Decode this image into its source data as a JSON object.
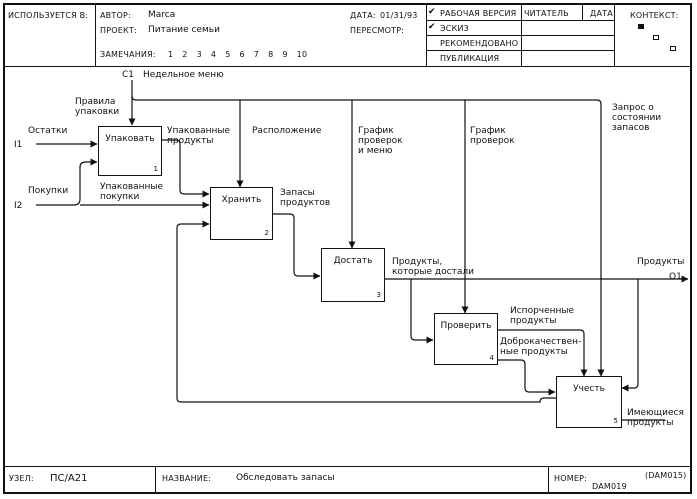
{
  "header": {
    "used_at_label": "ИСПОЛЬЗУЕТСЯ В:",
    "author_label": "АВТОР:",
    "author": "Marca",
    "project_label": "ПРОЕКТ:",
    "project": "Питание семьи",
    "date_label": "ДАТА:",
    "date": "01/31/93",
    "revision_label": "ПЕРЕСМОТР:",
    "notes_label": "ЗАМЕЧАНИЯ:",
    "notes": [
      "1",
      "2",
      "3",
      "4",
      "5",
      "6",
      "7",
      "8",
      "9",
      "10"
    ],
    "status": [
      {
        "label": "РАБОЧАЯ ВЕРСИЯ",
        "checked": true
      },
      {
        "label": "ЭСКИЗ",
        "checked": true
      },
      {
        "label": "РЕКОМЕНДОВАНО",
        "checked": false
      },
      {
        "label": "ПУБЛИКАЦИЯ",
        "checked": false
      }
    ],
    "reader_label": "ЧИТАТЕЛЬ",
    "reader_date_label": "ДАТА",
    "context_label": "КОНТЕКСТ:"
  },
  "diagram": {
    "boxes": [
      {
        "name": "Упаковать",
        "number": "1"
      },
      {
        "name": "Хранить",
        "number": "2"
      },
      {
        "name": "Достать",
        "number": "3"
      },
      {
        "name": "Проверить",
        "number": "4"
      },
      {
        "name": "Учесть",
        "number": "5"
      }
    ],
    "labels": {
      "c1": "С1",
      "weekly_menu": "Недельное меню",
      "packing_rules": "Правила\nупаковки",
      "leftovers": "Остатки",
      "i1": "I1",
      "purchases": "Покупки",
      "i2": "I2",
      "packed_products": "Упакованные\nпродукты",
      "packed_purchases": "Упакованные\nпокупки",
      "location": "Расположение",
      "stock": "Запасы\nпродуктов",
      "check_menu_schedule": "График\nпроверок\nи меню",
      "check_schedule": "График\nпроверок",
      "stock_request": "Запрос о\nсостоянии\nзапасов",
      "products_taken": "Продукты,\nкоторые достали",
      "products_out": "Продукты",
      "o1": "O1",
      "spoiled": "Испорченные\nпродукты",
      "good": "Доброкачествен-\nные продукты",
      "available": "Имеющиеся\nпродукты"
    }
  },
  "footer": {
    "node_label": "УЗЕЛ:",
    "node": "ПС/А21",
    "title_label": "НАЗВАНИЕ:",
    "title": "Обследовать запасы",
    "number_label": "НОМЕР:",
    "number": "DAM019",
    "code": "(DAM015)"
  }
}
